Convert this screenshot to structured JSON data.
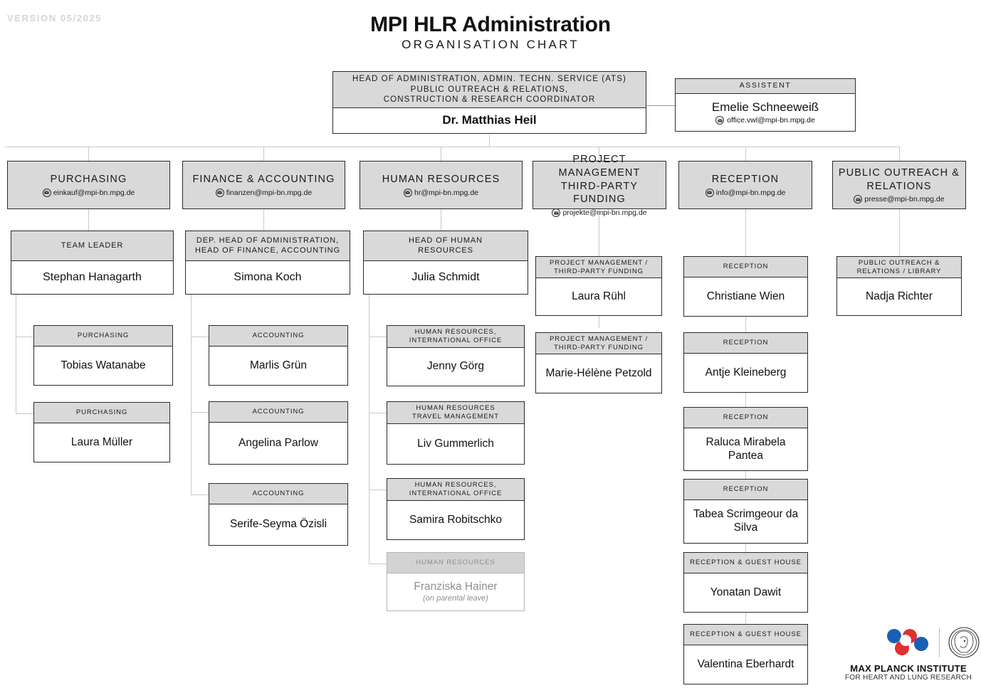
{
  "header": {
    "version": "VERSION 05/2025",
    "title": "MPI HLR Administration",
    "subtitle": "ORGANISATION CHART"
  },
  "top": {
    "head": {
      "role_line1": "HEAD OF ADMINISTRATION, ADMIN. TECHN. SERVICE (ATS)",
      "role_line2": "PUBLIC OUTREACH & RELATIONS,",
      "role_line3": "CONSTRUCTION & RESEARCH COORDINATOR",
      "name": "Dr. Matthias Heil"
    },
    "assistant": {
      "role": "ASSISTENT",
      "name": "Emelie Schneeweiß",
      "email": "office.vwl@mpi-bn.mpg.de"
    }
  },
  "departments": [
    {
      "id": "purchasing",
      "name": "PURCHASING",
      "email": "einkauf@mpi-bn.mpg.de",
      "children": [
        {
          "role": "TEAM LEADER",
          "name": "Stephan Hanagarth",
          "level": 1
        },
        {
          "role": "PURCHASING",
          "name": "Tobias Watanabe",
          "level": 2
        },
        {
          "role": "PURCHASING",
          "name": "Laura Müller",
          "level": 2
        }
      ]
    },
    {
      "id": "finance",
      "name": "FINANCE & ACCOUNTING",
      "email": "finanzen@mpi-bn.mpg.de",
      "children": [
        {
          "role": "DEP. HEAD OF ADMINISTRATION,\nHEAD OF FINANCE, ACCOUNTING",
          "name": "Simona Koch",
          "level": 1
        },
        {
          "role": "ACCOUNTING",
          "name": "Marlis Grün",
          "level": 2
        },
        {
          "role": "ACCOUNTING",
          "name": "Angelina Parlow",
          "level": 2
        },
        {
          "role": "ACCOUNTING",
          "name": "Serife-Seyma Özisli",
          "level": 2
        }
      ]
    },
    {
      "id": "hr",
      "name": "HUMAN RESOURCES",
      "email": "hr@mpi-bn.mpg.de",
      "children": [
        {
          "role": "HEAD OF HUMAN\nRESOURCES",
          "name": "Julia Schmidt",
          "level": 1
        },
        {
          "role": "HUMAN RESOURCES,\nINTERNATIONAL OFFICE",
          "name": "Jenny Görg",
          "level": 2
        },
        {
          "role": "HUMAN RESOURCES\nTRAVEL MANAGEMENT",
          "name": "Liv Gummerlich",
          "level": 2
        },
        {
          "role": "HUMAN RESOURCES,\nINTERNATIONAL OFFICE",
          "name": "Samira Robitschko",
          "level": 2
        },
        {
          "role": "HUMAN RESOURCES",
          "name": "Franziska Hainer",
          "note": "(on parental leave)",
          "level": 2,
          "inactive": true
        }
      ]
    },
    {
      "id": "projects",
      "name": "PROJECT MANAGEMENT\nTHIRD-PARTY FUNDING",
      "email": "projekte@mpi-bn.mpg.de",
      "children": [
        {
          "role": "PROJECT MANAGEMENT /\nTHIRD-PARTY FUNDING",
          "name": "Laura Rühl",
          "level": 2
        },
        {
          "role": "PROJECT MANAGEMENT /\nTHIRD-PARTY FUNDING",
          "name": "Marie-Hélène Petzold",
          "level": 2
        }
      ]
    },
    {
      "id": "reception",
      "name": "RECEPTION",
      "email": "info@mpi-bn.mpg.de",
      "children": [
        {
          "role": "RECEPTION",
          "name": "Christiane Wien",
          "level": 2
        },
        {
          "role": "RECEPTION",
          "name": "Antje Kleineberg",
          "level": 2
        },
        {
          "role": "RECEPTION",
          "name": "Raluca Mirabela Pantea",
          "level": 2
        },
        {
          "role": "RECEPTION",
          "name": "Tabea Scrimgeour da Silva",
          "level": 2
        },
        {
          "role": "RECEPTION & GUEST HOUSE",
          "name": "Yonatan Dawit",
          "level": 2
        },
        {
          "role": "RECEPTION & GUEST HOUSE",
          "name": "Valentina Eberhardt",
          "level": 2
        }
      ]
    },
    {
      "id": "outreach",
      "name": "PUBLIC OUTREACH &\nRELATIONS",
      "email": "presse@mpi-bn.mpg.de",
      "children": [
        {
          "role": "PUBLIC OUTREACH &\nRELATIONS / LIBRARY",
          "name": "Nadja Richter",
          "level": 2
        }
      ]
    }
  ],
  "logo": {
    "line1": "MAX PLANCK INSTITUTE",
    "line2": "FOR HEART AND LUNG RESEARCH",
    "blue": "#1a5fb4",
    "red": "#e03030"
  }
}
